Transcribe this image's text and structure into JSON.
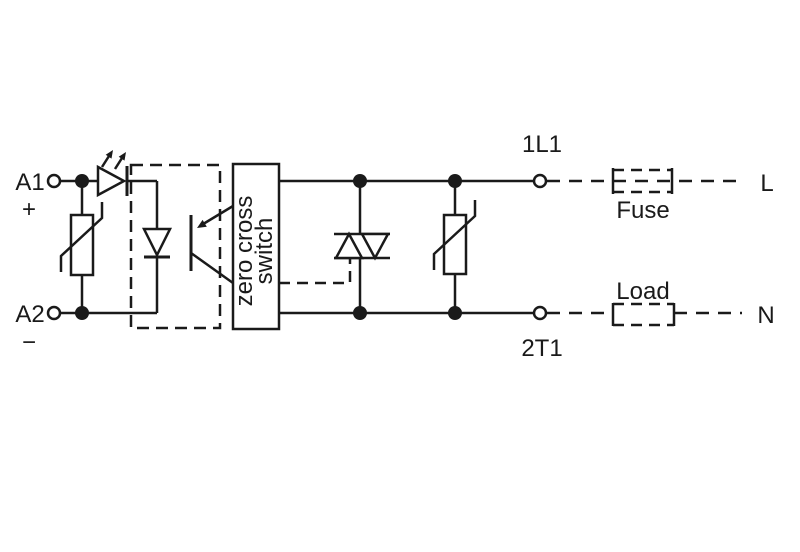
{
  "diagram": {
    "kind": "solid-state-relay wiring schematic",
    "colors": {
      "line": "#1a1a1a",
      "background": "#ffffff"
    },
    "labels": {
      "input_terminal_top": "A1",
      "input_polarity_plus": "+",
      "input_terminal_bottom": "A2",
      "input_polarity_minus": "−",
      "zero_cross_line1": "zero cross",
      "zero_cross_line2": "switch",
      "output_terminal_top": "1L1",
      "output_terminal_bottom": "2T1",
      "fuse": "Fuse",
      "load": "Load",
      "line": "L",
      "neutral": "N"
    },
    "components": {
      "indicator_led": "LED with emission arrows",
      "input_protection": "varistor",
      "isolator": "optocoupler (LED + phototransistor, dashed boundary)",
      "control": "zero cross switch",
      "power_switch": "triac",
      "output_protection": "varistor",
      "external_top": "fuse in line L",
      "external_bottom": "load in line N"
    }
  }
}
